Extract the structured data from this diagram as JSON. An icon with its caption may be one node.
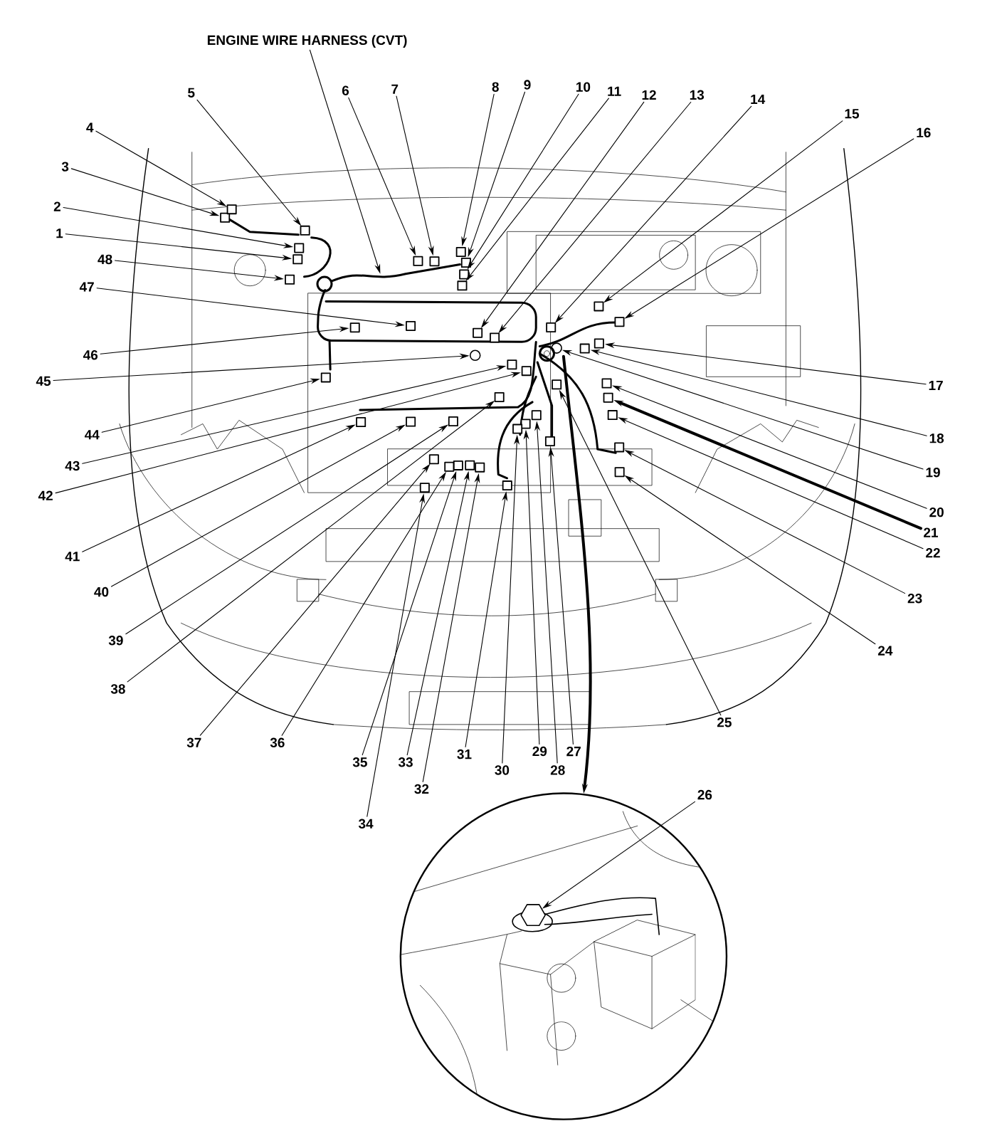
{
  "diagram": {
    "nodes": [
      {
        "text": [
          "ENGINE WIRE HARNESS (CVT)"
        ]
      },
      {
        "text": [
          "1"
        ]
      },
      {
        "text": [
          "2"
        ]
      },
      {
        "text": [
          "3"
        ]
      },
      {
        "text": [
          "4"
        ]
      },
      {
        "text": [
          "5"
        ]
      },
      {
        "text": [
          "6"
        ]
      },
      {
        "text": [
          "7"
        ]
      },
      {
        "text": [
          "8"
        ]
      },
      {
        "text": [
          "9"
        ]
      },
      {
        "text": [
          "10"
        ]
      },
      {
        "text": [
          "11"
        ]
      },
      {
        "text": [
          "12"
        ]
      },
      {
        "text": [
          "13"
        ]
      },
      {
        "text": [
          "14"
        ]
      },
      {
        "text": [
          "15"
        ]
      },
      {
        "text": [
          "16"
        ]
      },
      {
        "text": [
          "17"
        ]
      },
      {
        "text": [
          "18"
        ]
      },
      {
        "text": [
          "19"
        ]
      },
      {
        "text": [
          "20"
        ]
      },
      {
        "text": [
          "21"
        ]
      },
      {
        "text": [
          "22"
        ]
      },
      {
        "text": [
          "23"
        ]
      },
      {
        "text": [
          "24"
        ]
      },
      {
        "text": [
          "25"
        ]
      },
      {
        "text": [
          "26"
        ]
      },
      {
        "text": [
          "27"
        ]
      },
      {
        "text": [
          "28"
        ]
      },
      {
        "text": [
          "29"
        ]
      },
      {
        "text": [
          "30"
        ]
      },
      {
        "text": [
          "31"
        ]
      },
      {
        "text": [
          "32"
        ]
      },
      {
        "text": [
          "33"
        ]
      },
      {
        "text": [
          "34"
        ]
      },
      {
        "text": [
          "35"
        ]
      },
      {
        "text": [
          "36"
        ]
      },
      {
        "text": [
          "37"
        ]
      },
      {
        "text": [
          "38"
        ]
      },
      {
        "text": [
          "39"
        ]
      },
      {
        "text": [
          "40"
        ]
      },
      {
        "text": [
          "41"
        ]
      },
      {
        "text": [
          "42"
        ]
      },
      {
        "text": [
          "43"
        ]
      },
      {
        "text": [
          "44"
        ]
      },
      {
        "text": [
          "45"
        ]
      },
      {
        "text": [
          "46"
        ]
      },
      {
        "text": [
          "47"
        ]
      },
      {
        "text": [
          "48"
        ]
      },
      {
        "text": [],
        "shape": "circle"
      },
      {
        "text": [],
        "shape": "picture",
        "in": 49
      }
    ],
    "edges": [
      {
        "from": 0,
        "to": null,
        "arrow": "to"
      },
      {
        "from": 1,
        "to": null,
        "arrow": "to"
      },
      {
        "from": 2,
        "to": null,
        "arrow": "to"
      },
      {
        "from": 3,
        "to": null,
        "arrow": "to"
      },
      {
        "from": 4,
        "to": null,
        "arrow": "to"
      },
      {
        "from": 5,
        "to": null,
        "arrow": "to"
      },
      {
        "from": 6,
        "to": null,
        "arrow": "to"
      },
      {
        "from": 7,
        "to": null,
        "arrow": "to"
      },
      {
        "from": 8,
        "to": null,
        "arrow": "to"
      },
      {
        "from": 9,
        "to": null,
        "arrow": "to"
      },
      {
        "from": 10,
        "to": null,
        "arrow": "to"
      },
      {
        "from": 11,
        "to": null,
        "arrow": "to"
      },
      {
        "from": 12,
        "to": null,
        "arrow": "to"
      },
      {
        "from": 13,
        "to": null,
        "arrow": "to"
      },
      {
        "from": 14,
        "to": null,
        "arrow": "to"
      },
      {
        "from": 15,
        "to": null,
        "arrow": "to"
      },
      {
        "from": 16,
        "to": null,
        "arrow": "to"
      },
      {
        "from": 17,
        "to": null,
        "arrow": "to"
      },
      {
        "from": 18,
        "to": null,
        "arrow": "to"
      },
      {
        "from": 19,
        "to": null,
        "arrow": "to"
      },
      {
        "from": 20,
        "to": null,
        "arrow": "to"
      },
      {
        "from": 21,
        "to": null,
        "arrow": "to",
        "style": "thick"
      },
      {
        "from": 22,
        "to": null,
        "arrow": "to"
      },
      {
        "from": 23,
        "to": null,
        "arrow": "to"
      },
      {
        "from": 24,
        "to": null,
        "arrow": "to"
      },
      {
        "from": 25,
        "to": null,
        "arrow": "to"
      },
      {
        "from": 26,
        "to": 50,
        "arrow": "to"
      },
      {
        "from": 27,
        "to": null,
        "arrow": "to"
      },
      {
        "from": 28,
        "to": null,
        "arrow": "to"
      },
      {
        "from": 29,
        "to": null,
        "arrow": "to"
      },
      {
        "from": 30,
        "to": null,
        "arrow": "to"
      },
      {
        "from": 31,
        "to": null,
        "arrow": "to"
      },
      {
        "from": 32,
        "to": null,
        "arrow": "to"
      },
      {
        "from": 33,
        "to": null,
        "arrow": "to"
      },
      {
        "from": 34,
        "to": null,
        "arrow": "to"
      },
      {
        "from": 35,
        "to": null,
        "arrow": "to"
      },
      {
        "from": 36,
        "to": null,
        "arrow": "to"
      },
      {
        "from": 37,
        "to": null,
        "arrow": "to"
      },
      {
        "from": 38,
        "to": null,
        "arrow": "to"
      },
      {
        "from": 39,
        "to": null,
        "arrow": "to"
      },
      {
        "from": 40,
        "to": null,
        "arrow": "to"
      },
      {
        "from": 41,
        "to": null,
        "arrow": "to"
      },
      {
        "from": 42,
        "to": null,
        "arrow": "to"
      },
      {
        "from": 43,
        "to": null,
        "arrow": "to"
      },
      {
        "from": 44,
        "to": null,
        "arrow": "to"
      },
      {
        "from": 45,
        "to": null,
        "arrow": "to"
      },
      {
        "from": 46,
        "to": null,
        "arrow": "to"
      },
      {
        "from": 47,
        "to": null,
        "arrow": "to"
      },
      {
        "from": 48,
        "to": null,
        "arrow": "to"
      },
      {
        "from": null,
        "to": 49,
        "arrow": "to",
        "style": "thick"
      }
    ]
  }
}
